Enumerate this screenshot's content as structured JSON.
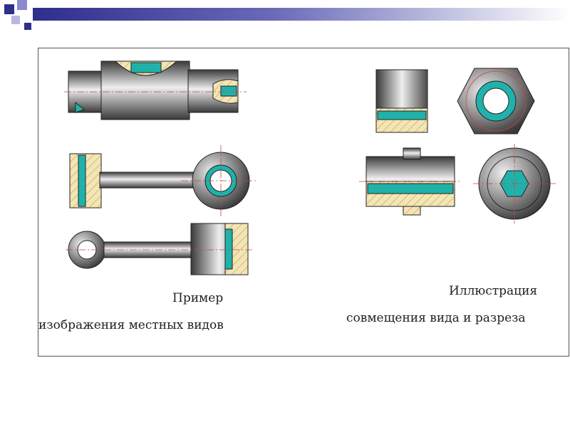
{
  "slide": {
    "left_caption": {
      "line1": "Пример",
      "line2": "изображения местных видов"
    },
    "right_caption": {
      "line1": "Иллюстрация",
      "line2": "совмещения вида и разреза"
    }
  },
  "colors": {
    "accent_teal": "#20b2aa",
    "hatch": "#e8d9a0",
    "header_bar": "#2e2e8c",
    "metal_dark": "#3a3a3a",
    "metal_light": "#e6e6e6"
  }
}
